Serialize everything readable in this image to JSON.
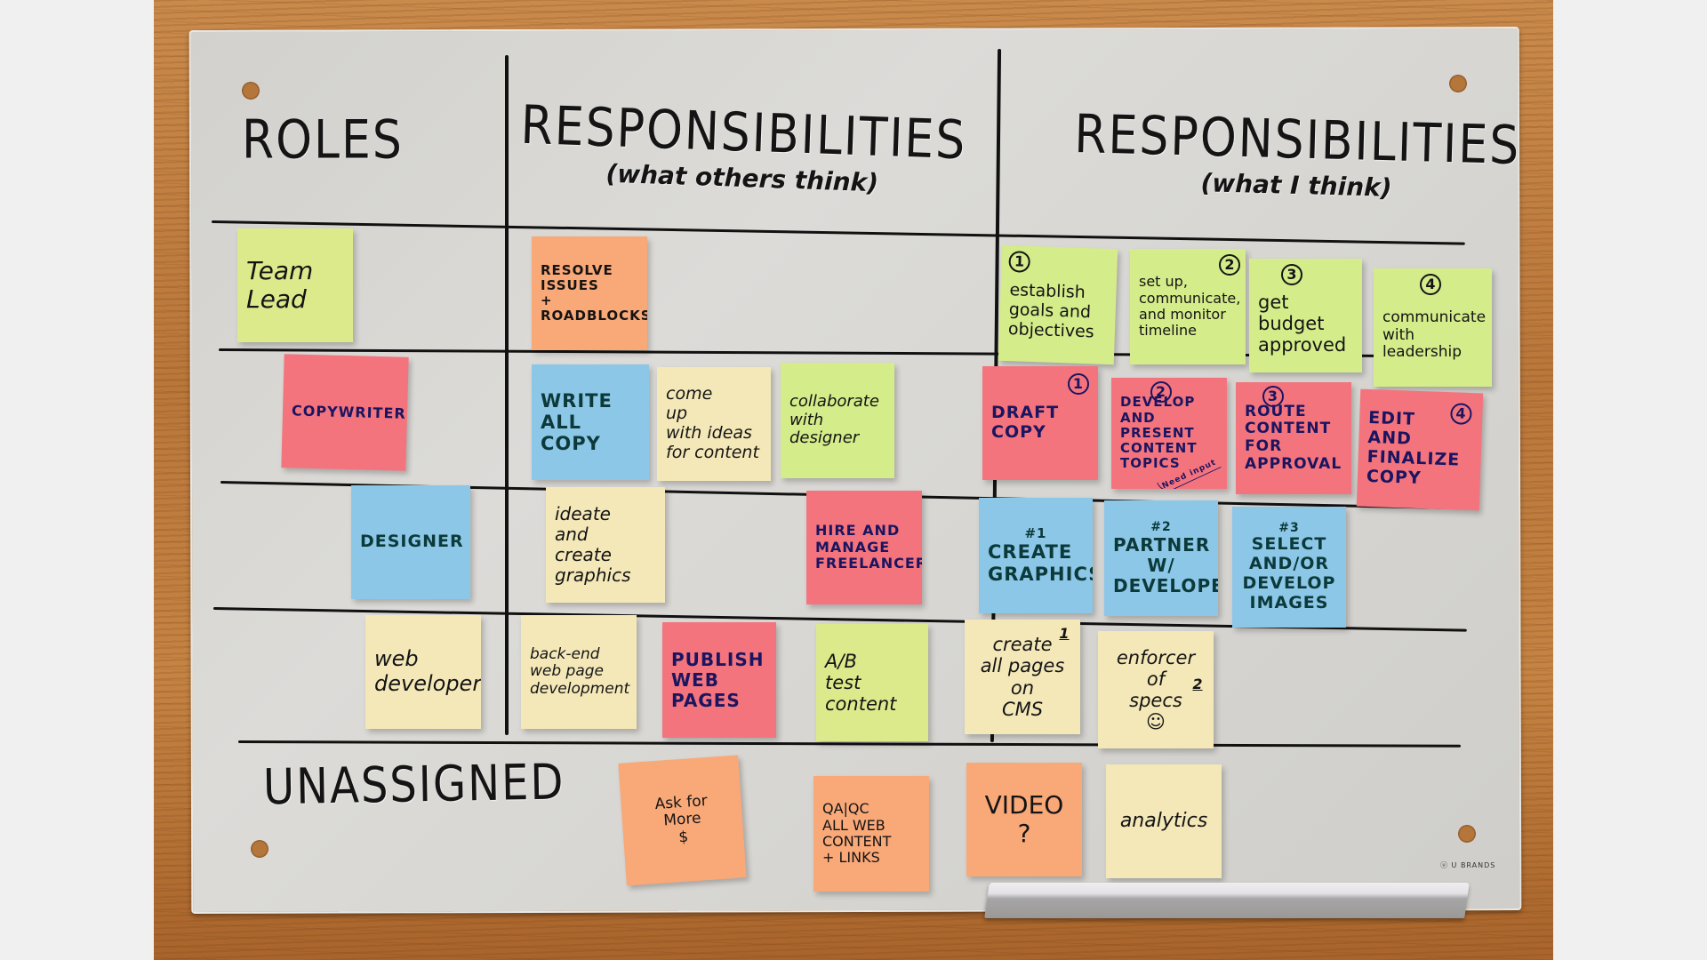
{
  "scene": {
    "description": "Glass whiteboard on a wood floor with a roles and responsibilities matrix made of handwritten sticky notes",
    "colors": {
      "background": "#f0f0f0",
      "wood": "#b9773a",
      "board": "#d6d5d1",
      "marker": "#111111",
      "yellow_note": "#dcea8c",
      "green_note": "#d4ec8a",
      "orange_note": "#f9a878",
      "pink_note": "#f4747e",
      "blue_note": "#8cc7e8",
      "cream_note": "#f4e8b8"
    }
  },
  "board": {
    "headers": {
      "roles": "ROLES",
      "others": {
        "title": "RESPONSIBILITIES",
        "subtitle": "(what others think)"
      },
      "self": {
        "title": "RESPONSIBILITIES",
        "subtitle": "(what I think)"
      },
      "unassigned": "UNASSIGNED"
    },
    "brand": "ⓤ U BRANDS",
    "rows": [
      {
        "role": "Team\nLead",
        "others": [
          "RESOLVE\n   ISSUES\n+\nROADBLOCKS"
        ],
        "self": [
          {
            "num": "1",
            "text": "establish\ngoals and\nobjectives"
          },
          {
            "num": "2",
            "text": "set up,\ncommunicate,\nand monitor\ntimeline"
          },
          {
            "num": "3",
            "text": "get\nbudget\napproved"
          },
          {
            "num": "4",
            "text": "communicate\nwith\nleadership"
          }
        ]
      },
      {
        "role": "COPYWRITER",
        "others": [
          "WRITE\nALL\nCOPY",
          "come\nup\nwith ideas\nfor content",
          "collaborate\nwith\ndesigner"
        ],
        "self": [
          {
            "num": "1",
            "text": "DRAFT\nCOPY"
          },
          {
            "num": "2",
            "text": "DEVELOP\nAND PRESENT\nCONTENT\nTOPICS",
            "note": "Need input"
          },
          {
            "num": "3",
            "text": "ROUTE\nCONTENT\nFOR\nAPPROVAL"
          },
          {
            "num": "4",
            "text": "EDIT\nAND\nFINALIZE\nCOPY"
          }
        ]
      },
      {
        "role": "DESIGNER",
        "others": [
          "ideate\nand\ncreate\ngraphics",
          "HIRE AND\nMANAGE\nFREELANCERS"
        ],
        "self": [
          {
            "num": "#1",
            "text": "CREATE\nGRAPHICS"
          },
          {
            "num": "#2",
            "text": "PARTNER\nw/\nDEVELOPER"
          },
          {
            "num": "#3",
            "text": "SELECT\nAND/OR\nDEVELOP\nIMAGES"
          }
        ]
      },
      {
        "role": "web\ndeveloper",
        "others": [
          "back-end\nweb page\ndevelopment",
          "PUBLISH\nWEB\nPAGES",
          "A/B\ntest\ncontent"
        ],
        "self": [
          {
            "num": "1",
            "text": "create\nall pages\non\nCMS"
          },
          {
            "num": "2",
            "text": "enforcer\nof\nspecs\n☺"
          }
        ]
      }
    ],
    "unassigned": [
      "Ask for\nMore\n$",
      "QA|QC\nALL WEB\nCONTENT\n+ LINKS",
      "VIDEO\n?",
      "analytics"
    ]
  }
}
